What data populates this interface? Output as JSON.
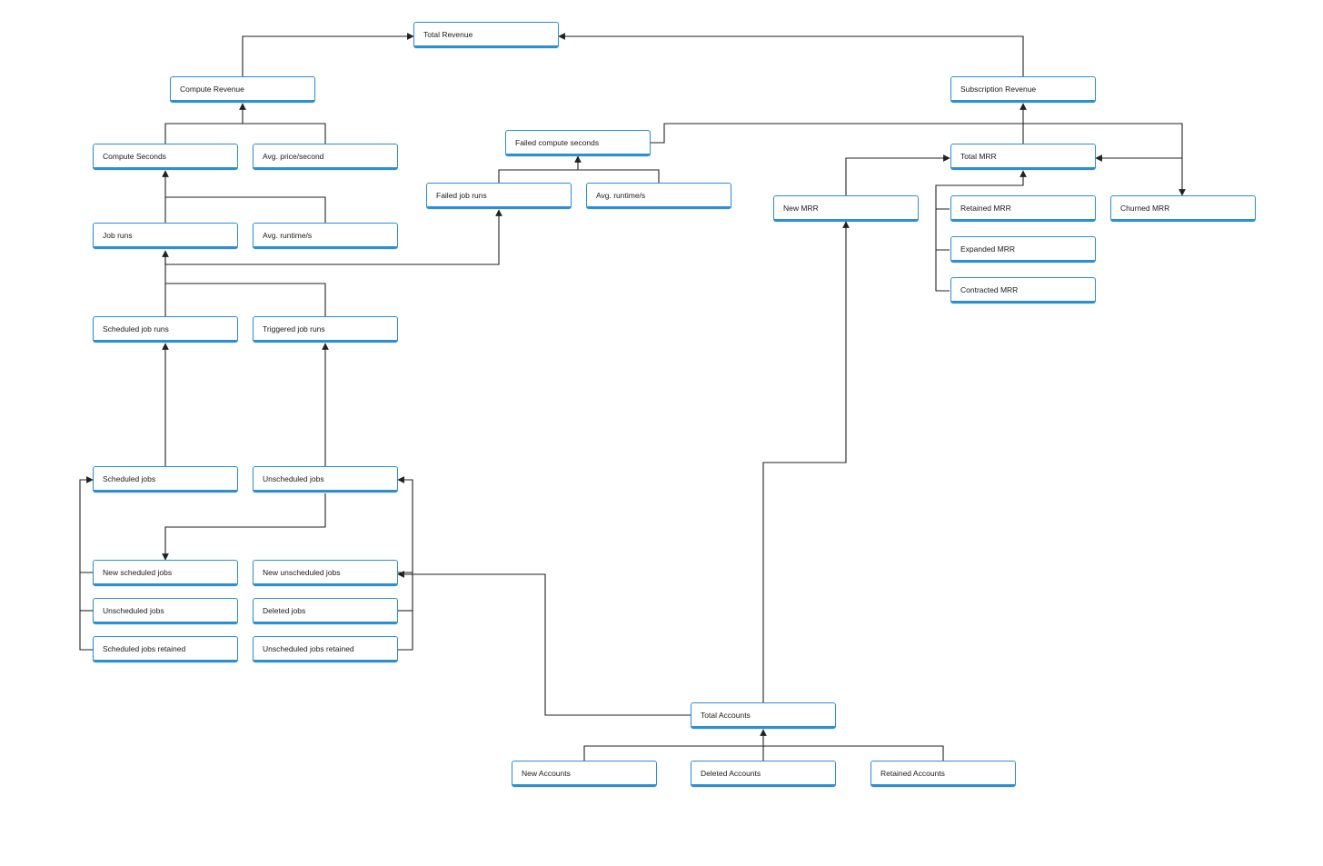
{
  "nodes": {
    "total_revenue": "Total Revenue",
    "compute_revenue": "Compute Revenue",
    "subscription_revenue": "Subscription Revenue",
    "compute_seconds": "Compute Seconds",
    "avg_price_second": "Avg. price/second",
    "failed_compute_seconds": "Failed compute seconds",
    "failed_job_runs": "Failed job runs",
    "avg_runtime_failed": "Avg. runtime/s",
    "total_mrr": "Total MRR",
    "new_mrr": "New MRR",
    "retained_mrr": "Retained MRR",
    "churned_mrr": "Churned MRR",
    "expanded_mrr": "Expanded MRR",
    "contracted_mrr": "Contracted MRR",
    "job_runs": "Job runs",
    "avg_runtime": "Avg. runtime/s",
    "scheduled_job_runs": "Scheduled job runs",
    "triggered_job_runs": "Triggered job runs",
    "scheduled_jobs": "Scheduled jobs",
    "unscheduled_jobs": "Unscheduled jobs",
    "new_scheduled_jobs": "New scheduled jobs",
    "new_unscheduled_jobs": "New unscheduled jobs",
    "unscheduled_jobs_2": "Unscheduled jobs",
    "deleted_jobs": "Deleted jobs",
    "scheduled_jobs_retained": "Scheduled jobs retained",
    "unscheduled_jobs_retained": "Unscheduled jobs retained",
    "total_accounts": "Total Accounts",
    "new_accounts": "New Accounts",
    "deleted_accounts": "Deleted Accounts",
    "retained_accounts": "Retained Accounts"
  },
  "colors": {
    "node_border": "#2a8fd4",
    "edge": "#222222"
  }
}
